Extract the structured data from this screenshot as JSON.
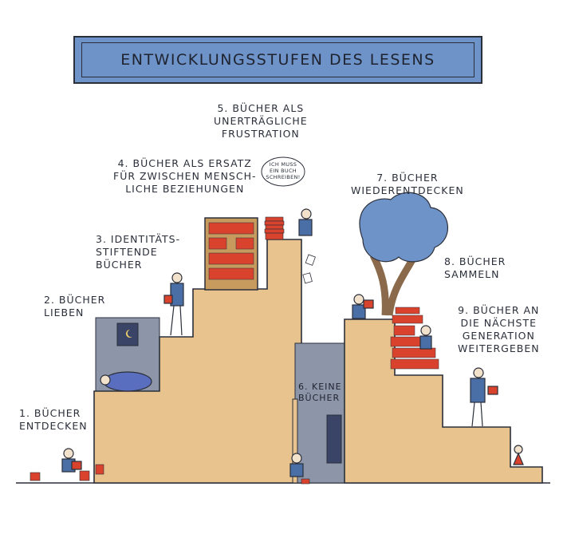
{
  "title": "ENTWICKLUNGSSTUFEN DES LESENS",
  "stages": [
    {
      "number": 1,
      "text": "1. BÜCHER\nENTDECKEN"
    },
    {
      "number": 2,
      "text": "2. BÜCHER\nLIEBEN"
    },
    {
      "number": 3,
      "text": "3. IDENTITÄTS-\nSTIFTENDE\nBÜCHER"
    },
    {
      "number": 4,
      "text": "4. BÜCHER ALS ERSATZ\nFÜR ZWISCHEN MENSCH-\nLICHE BEZIEHUNGEN"
    },
    {
      "number": 5,
      "text": "5. BÜCHER ALS\nUNERTRÄGLICHE\nFRUSTRATION"
    },
    {
      "number": 6,
      "text": "6. KEINE\nBÜCHER"
    },
    {
      "number": 7,
      "text": "7. BÜCHER\nWIEDERENTDECKEN"
    },
    {
      "number": 8,
      "text": "8. BÜCHER\nSAMMELN"
    },
    {
      "number": 9,
      "text": "9. BÜCHER AN\nDIE NÄCHSTE\nGENERATION\nWEITERGEBEN"
    }
  ],
  "speech_bubble": "ICH MUSS\nEIN BUCH\nSCHREIBEN!",
  "colors": {
    "banner": "#6e93c8",
    "stairs": "#e8c38e",
    "outline": "#2b2f3a",
    "book_red": "#d9432e",
    "tree": "#6e93c8",
    "shadow": "#8d96a8"
  }
}
